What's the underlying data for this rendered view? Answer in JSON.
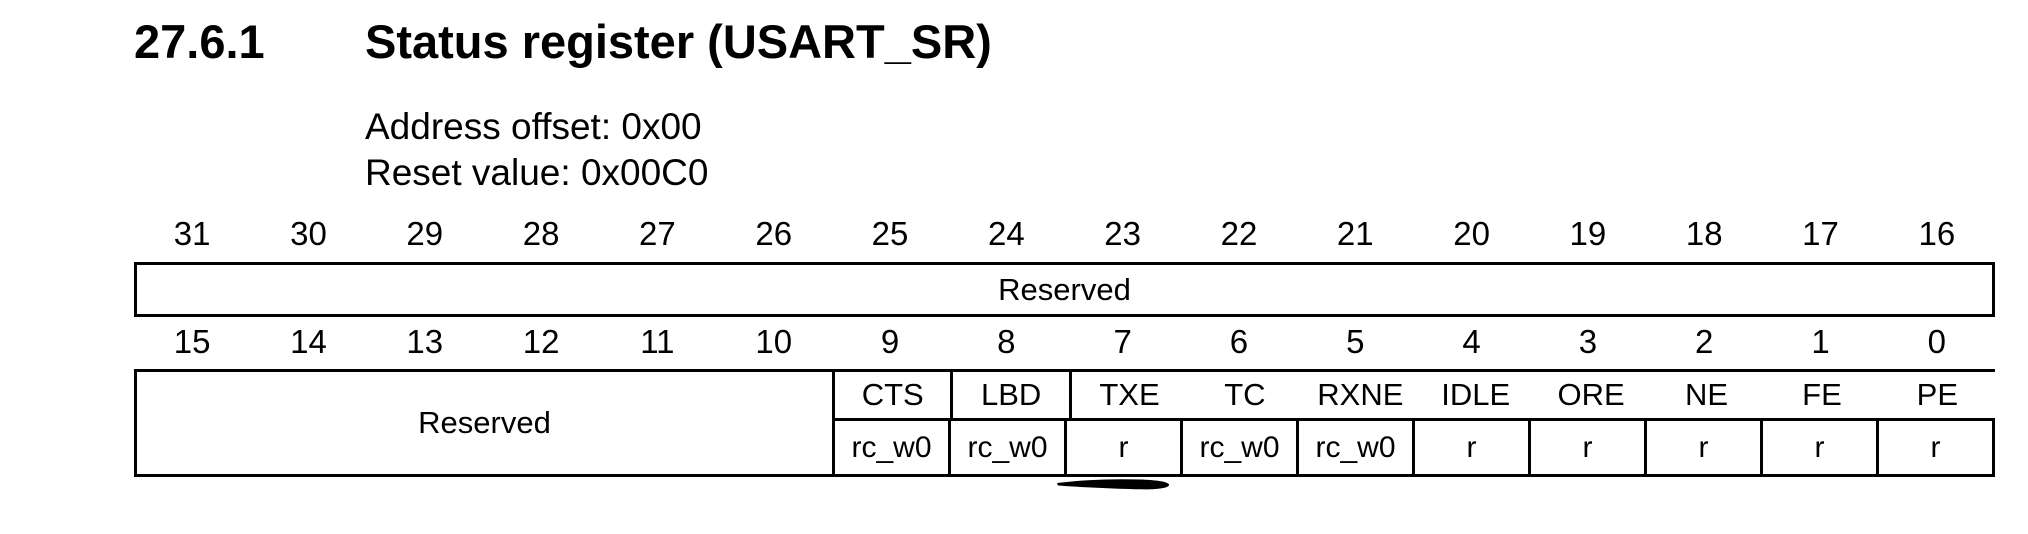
{
  "page": {
    "section_number": "27.6.1",
    "title": "Status register (USART_SR)",
    "address_offset": "Address offset: 0x00",
    "reset_value": "Reset value: 0x00C0"
  },
  "register_high": {
    "bits": [
      "31",
      "30",
      "29",
      "28",
      "27",
      "26",
      "25",
      "24",
      "23",
      "22",
      "21",
      "20",
      "19",
      "18",
      "17",
      "16"
    ],
    "field": "Reserved"
  },
  "register_low": {
    "bits": [
      "15",
      "14",
      "13",
      "12",
      "11",
      "10",
      "9",
      "8",
      "7",
      "6",
      "5",
      "4",
      "3",
      "2",
      "1",
      "0"
    ],
    "reserved_label": "Reserved",
    "fields": [
      {
        "bit": "9",
        "name": "CTS",
        "access": "rc_w0",
        "boxed": true
      },
      {
        "bit": "8",
        "name": "LBD",
        "access": "rc_w0",
        "boxed": true
      },
      {
        "bit": "7",
        "name": "TXE",
        "access": "r",
        "boxed": false
      },
      {
        "bit": "6",
        "name": "TC",
        "access": "rc_w0",
        "boxed": false
      },
      {
        "bit": "5",
        "name": "RXNE",
        "access": "rc_w0",
        "boxed": false
      },
      {
        "bit": "4",
        "name": "IDLE",
        "access": "r",
        "boxed": false
      },
      {
        "bit": "3",
        "name": "ORE",
        "access": "r",
        "boxed": false
      },
      {
        "bit": "2",
        "name": "NE",
        "access": "r",
        "boxed": false
      },
      {
        "bit": "1",
        "name": "FE",
        "access": "r",
        "boxed": false
      },
      {
        "bit": "0",
        "name": "PE",
        "access": "r",
        "boxed": false
      }
    ]
  },
  "annotation": {
    "shape": "pen-stroke",
    "color": "#000000",
    "position": "below TXE access cell"
  },
  "colors": {
    "background": "#ffffff",
    "text": "#000000",
    "line": "#000000"
  }
}
